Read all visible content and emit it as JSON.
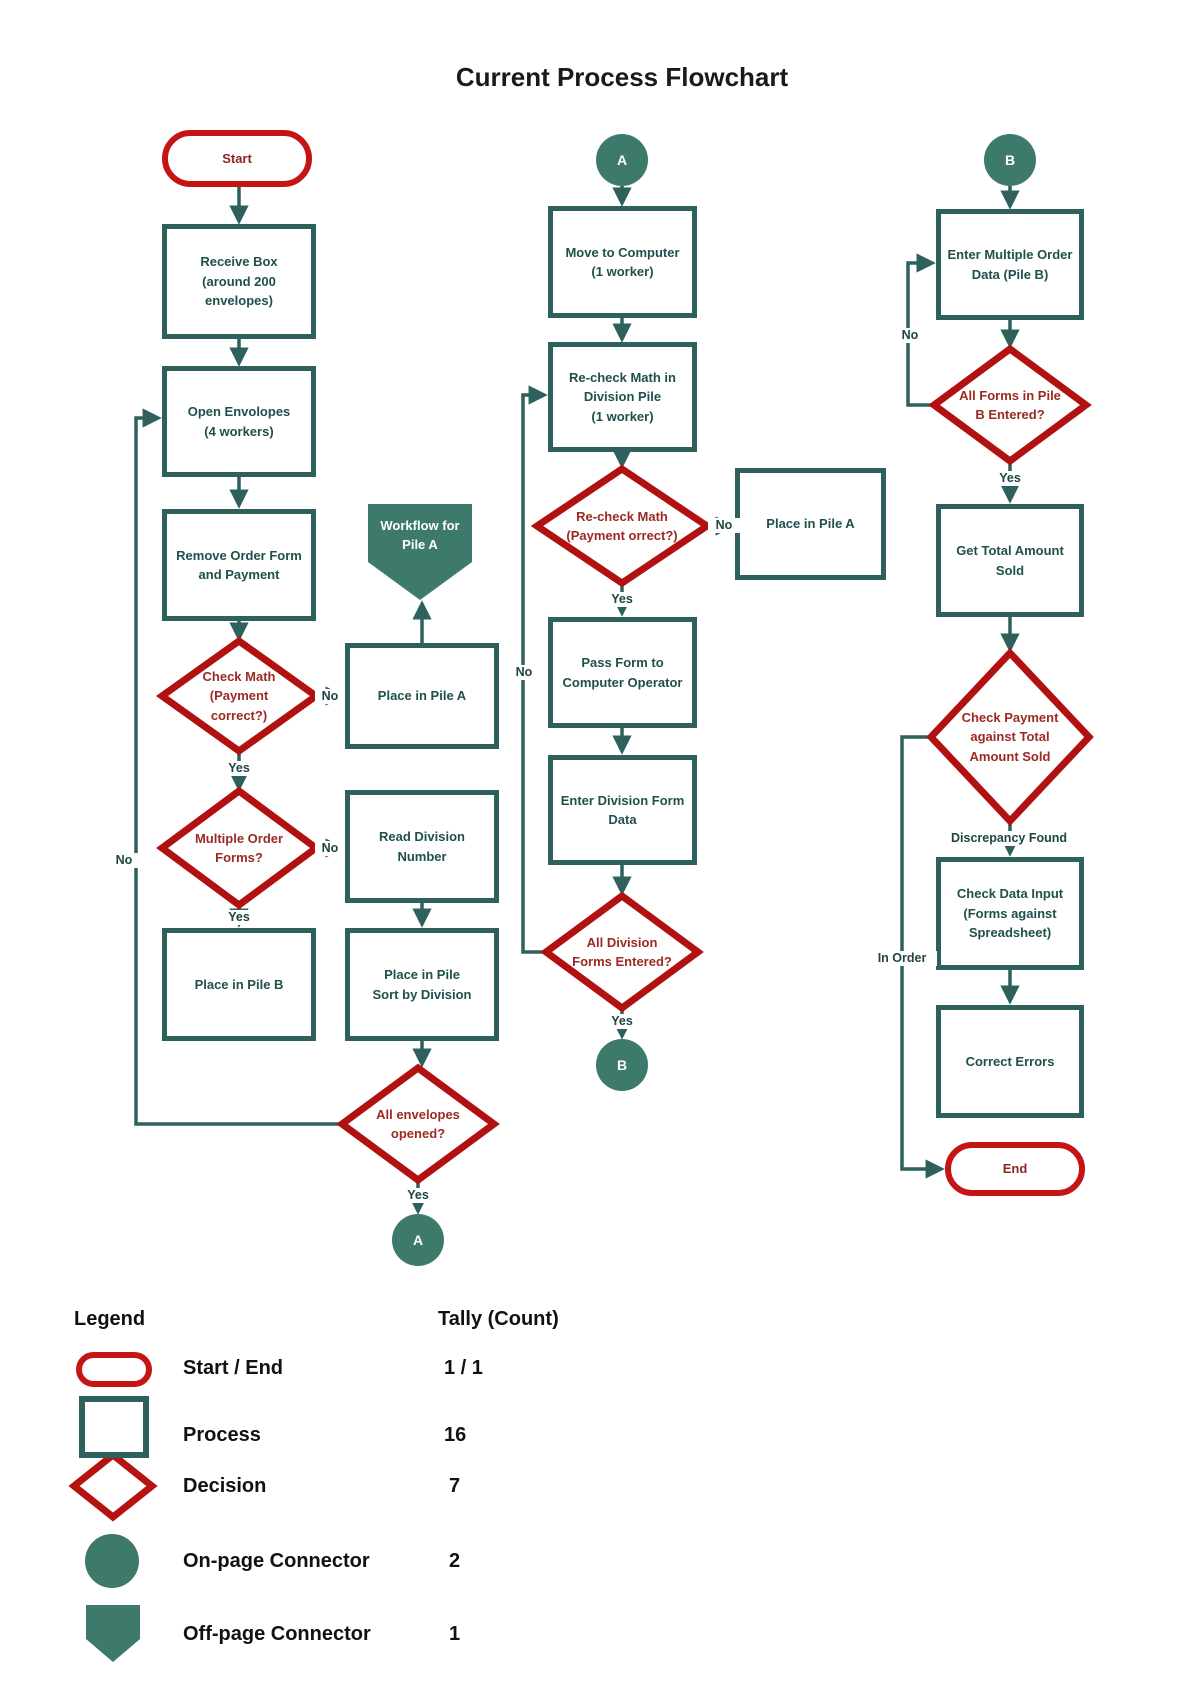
{
  "title": "Current Process Flowchart",
  "connectors": {
    "a": "A",
    "b": "B"
  },
  "nodes": {
    "start": "Start",
    "receive_box": "Receive Box\n(around 200\nenvelopes)",
    "open_envelopes": "Open Envolopes\n(4 workers)",
    "remove_order_form": "Remove Order Form\nand Payment",
    "check_math": "Check Math\n(Payment\ncorrect?)",
    "place_in_pile_a_1": "Place in Pile A",
    "workflow_for_pile_a": "Workflow for\nPile A",
    "multiple_order_forms": "Multiple Order\nForms?",
    "read_division_number": "Read Division\nNumber",
    "place_in_pile_b": "Place in Pile B",
    "place_in_pile_sort": "Place in Pile\nSort by Division",
    "all_envelopes_opened": "All envelopes\nopened?",
    "move_to_computer": "Move to Computer\n(1 worker)",
    "recheck_math_division": "Re-check Math in\nDivision Pile\n(1 worker)",
    "recheck_math": "Re-check Math\n(Payment orrect?)",
    "place_in_pile_a_2": "Place in Pile A",
    "pass_form": "Pass Form to\nComputer Operator",
    "enter_division_form": "Enter Division Form\nData",
    "all_division_entered": "All Division\nForms Entered?",
    "enter_multiple_order": "Enter Multiple Order\nData (Pile B)",
    "all_forms_pile_b": "All Forms in Pile\nB Entered?",
    "get_total_amount": "Get Total Amount\nSold",
    "check_payment": "Check Payment\nagainst Total\nAmount Sold",
    "check_data_input": "Check Data Input\n(Forms against\nSpreadsheet)",
    "correct_errors": "Correct Errors",
    "end": "End"
  },
  "labels": {
    "yes": "Yes",
    "no": "No",
    "discrepancy_found": "Discrepancy Found",
    "in_order": "In Order"
  },
  "legend": {
    "heading": "Legend",
    "tally_heading": "Tally (Count)",
    "rows": [
      {
        "label": "Start / End",
        "count": "1 / 1"
      },
      {
        "label": "Process",
        "count": "16"
      },
      {
        "label": "Decision",
        "count": "7"
      },
      {
        "label": "On-page Connector",
        "count": "2"
      },
      {
        "label": "Off-page Connector",
        "count": "1"
      }
    ]
  },
  "colors": {
    "process_border": "#2e605e",
    "process_text": "#20504c",
    "decision_border": "#b11110",
    "decision_text": "#9a2a23",
    "terminal_border": "#c41414",
    "connector_fill": "#3d7a6b",
    "edge": "#2e605e"
  }
}
